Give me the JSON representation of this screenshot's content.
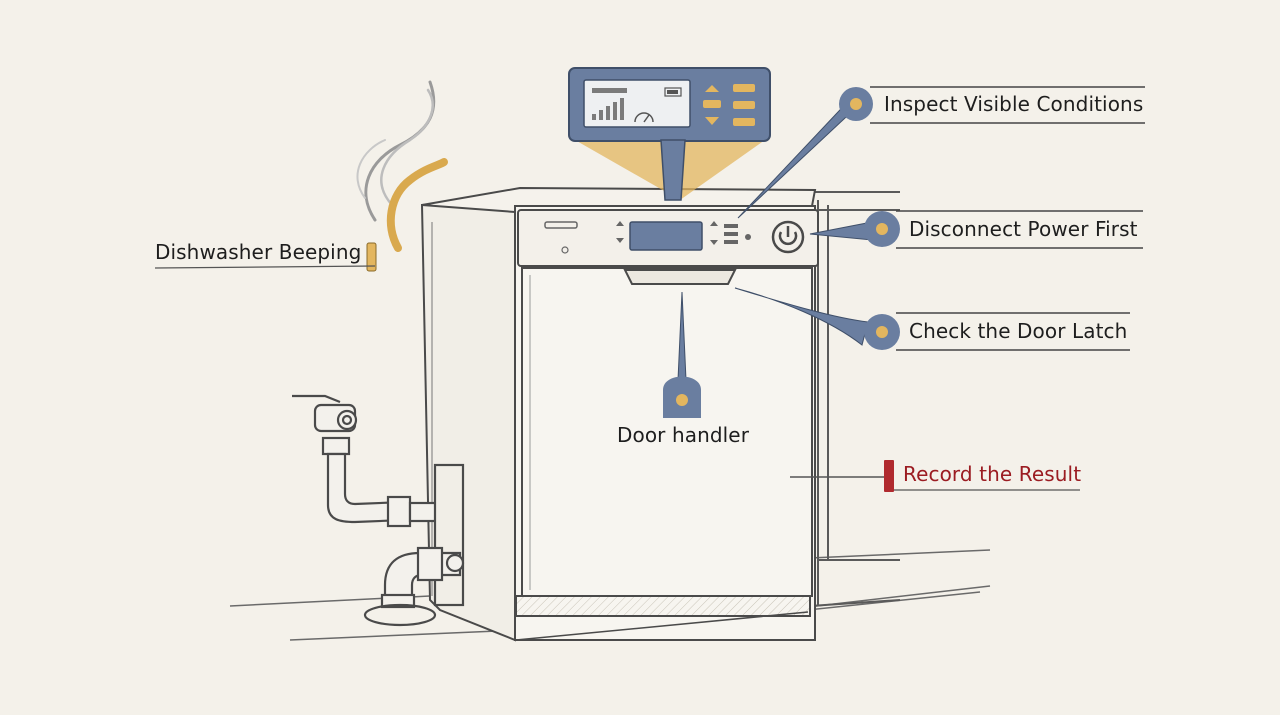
{
  "callouts": {
    "dishwasher_beeping": "Dishwasher Beeping",
    "inspect_visible_conditions": "Inspect Visible Conditions",
    "disconnect_power_first": "Disconnect Power First",
    "check_door_latch": "Check the Door Latch",
    "door_handler": "Door handler",
    "record_result": "Record the Result"
  },
  "colors": {
    "background": "#f4f1ea",
    "ink": "#4a4a4a",
    "callout_blue": "#6a7ea0",
    "callout_dot": "#e3b65f",
    "steam_gold": "#d9a94e",
    "record_red": "#b02a2e"
  },
  "icons": {
    "power": "power-icon",
    "signal": "signal-bars-icon",
    "battery": "battery-icon",
    "gauge": "gauge-icon",
    "steam": "steam-icon",
    "water_valve": "water-valve-icon"
  }
}
